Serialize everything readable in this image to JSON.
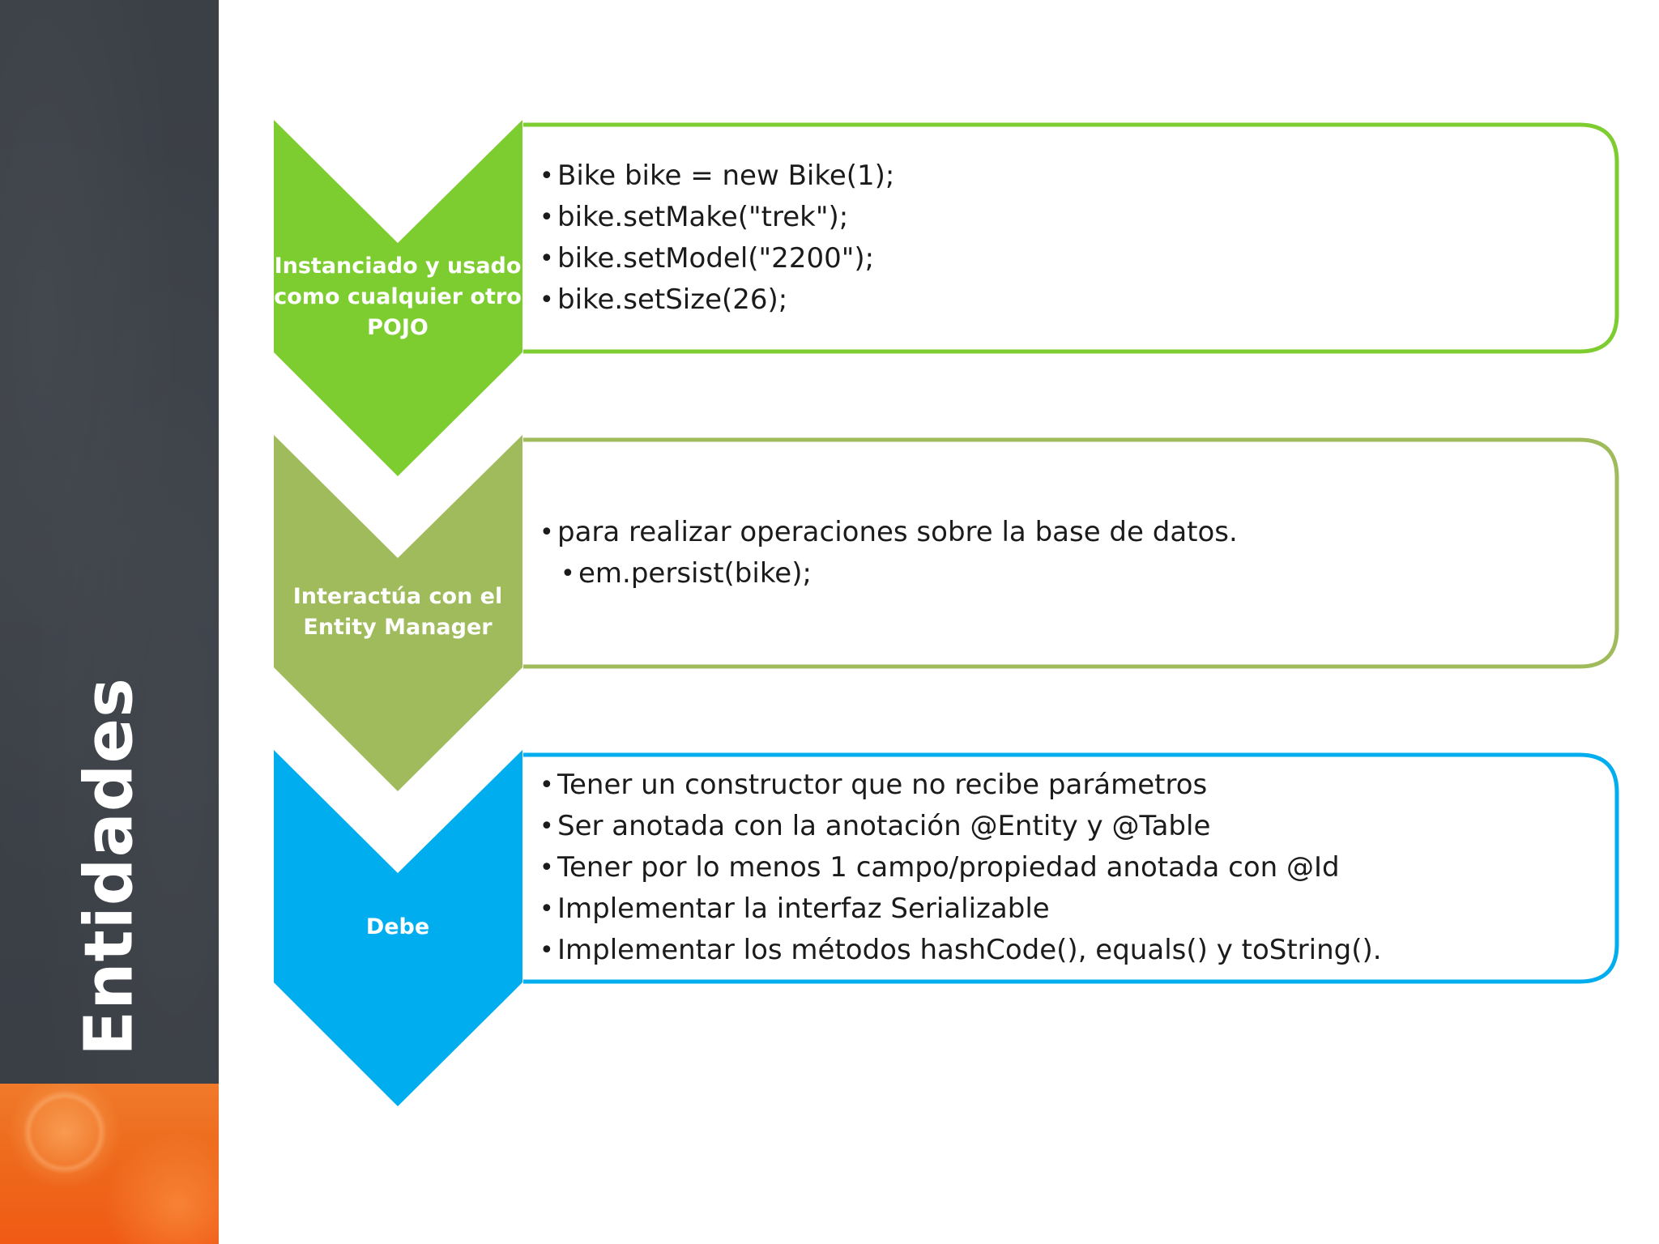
{
  "title": "Entidades",
  "colors": {
    "green": "#7ecd30",
    "olive": "#9fbb5c",
    "blue": "#00adee",
    "sidebar": "#3d4148",
    "accent": "#f06a1c"
  },
  "steps": [
    {
      "label": "Instanciado y usado como cualquier otro POJO",
      "bullets": [
        {
          "level": 1,
          "text": "Bike bike = new Bike(1);"
        },
        {
          "level": 1,
          "text": "bike.setMake(\"trek\");"
        },
        {
          "level": 1,
          "text": "bike.setModel(\"2200\");"
        },
        {
          "level": 1,
          "text": "bike.setSize(26);"
        }
      ]
    },
    {
      "label": "Interactúa con el Entity Manager",
      "bullets": [
        {
          "level": 1,
          "text": "para realizar operaciones sobre la base de datos."
        },
        {
          "level": 2,
          "text": "em.persist(bike);"
        }
      ]
    },
    {
      "label": "Debe",
      "bullets": [
        {
          "level": 1,
          "text": "Tener un constructor que no recibe parámetros"
        },
        {
          "level": 1,
          "text": "Ser anotada con la anotación @Entity y @Table"
        },
        {
          "level": 1,
          "text": "Tener por lo menos 1 campo/propiedad anotada con @Id"
        },
        {
          "level": 1,
          "text": "Implementar la interfaz Serializable"
        },
        {
          "level": 1,
          "text": "Implementar los métodos hashCode(), equals() y toString()."
        }
      ]
    }
  ]
}
